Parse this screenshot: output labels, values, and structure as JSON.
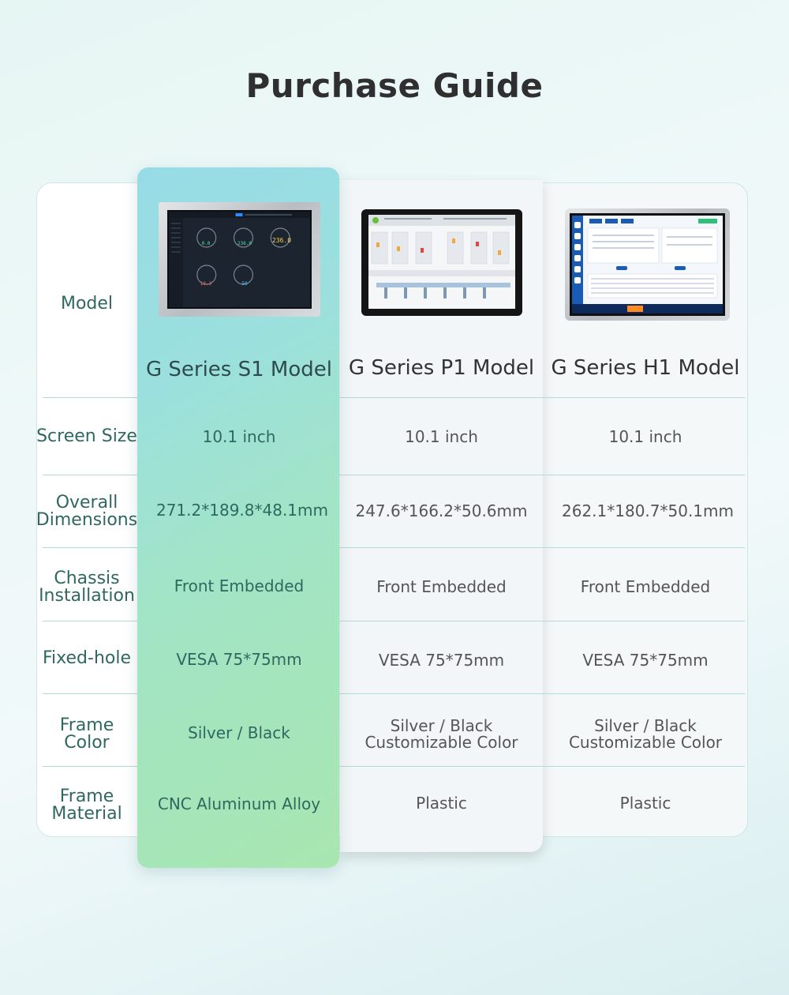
{
  "title": "Purchase Guide",
  "row_labels": {
    "model": "Model",
    "screen_size": "Screen Size",
    "overall_line1": "Overall",
    "overall_line2": "Dimensions",
    "chassis_line1": "Chassis",
    "chassis_line2": "Installation",
    "fixed_hole": "Fixed-hole",
    "frame_color_line1": "Frame",
    "frame_color_line2": "Color",
    "frame_material_line1": "Frame",
    "frame_material_line2": "Material"
  },
  "models": [
    {
      "name": "G Series S1 Model",
      "screen_size": "10.1 inch",
      "dimensions": "271.2*189.8*48.1mm",
      "installation": "Front Embedded",
      "fixed_hole": "VESA 75*75mm",
      "frame_color_line1": "Silver / Black",
      "frame_color_line2": "",
      "frame_material": "CNC Aluminum Alloy",
      "screen_gauges": [
        "0.0",
        "236.0",
        "236.0",
        "18.3",
        "50"
      ]
    },
    {
      "name": "G Series P1 Model",
      "screen_size": "10.1 inch",
      "dimensions": "247.6*166.2*50.6mm",
      "installation": "Front Embedded",
      "fixed_hole": "VESA 75*75mm",
      "frame_color_line1": "Silver / Black",
      "frame_color_line2": "Customizable Color",
      "frame_material": "Plastic"
    },
    {
      "name": "G Series H1 Model",
      "screen_size": "10.1 inch",
      "dimensions": "262.1*180.7*50.1mm",
      "installation": "Front Embedded",
      "fixed_hole": "VESA 75*75mm",
      "frame_color_line1": "Silver / Black",
      "frame_color_line2": "Customizable Color",
      "frame_material": "Plastic"
    }
  ],
  "colors": {
    "accent_teal": "#2f6860",
    "highlight_gradient_start": "#97dbe6",
    "highlight_gradient_end": "#a8e6b0"
  }
}
